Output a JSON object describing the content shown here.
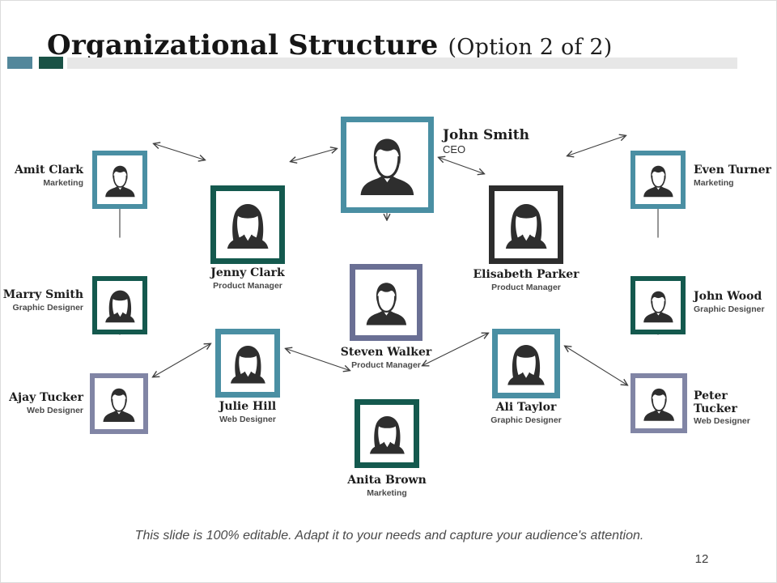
{
  "slide": {
    "title": "Organizational Structure",
    "title_suffix": "(Option 2 of 2)",
    "footer": "This slide is 100% editable. Adapt it to your needs and capture your audience's attention.",
    "page_number": "12"
  },
  "colors": {
    "teal": "#4a8fa3",
    "dark_teal": "#14594e",
    "purple": "#6a6f94",
    "light_purple": "#8185a5",
    "black": "#2d2d2d",
    "icon": "#2e2e2e",
    "connector": "#3f3f3f",
    "deco_square_1": "#53879b",
    "deco_square_2": "#1a5246",
    "deco_bar": "#e7e7e7"
  },
  "people": {
    "john_smith": {
      "name": "John Smith",
      "role": "CEO",
      "icon": "male-person-icon",
      "border": "#4a8fa3"
    },
    "amit_clark": {
      "name": "Amit Clark",
      "role": "Marketing",
      "icon": "male-person-icon",
      "border": "#4a8fa3"
    },
    "marry_smith": {
      "name": "Marry Smith",
      "role": "Graphic Designer",
      "icon": "female-person-icon",
      "border": "#14594e"
    },
    "ajay_tucker": {
      "name": "Ajay Tucker",
      "role": "Web Designer",
      "icon": "male-person-icon",
      "border": "#8185a5"
    },
    "jenny_clark": {
      "name": "Jenny Clark",
      "role": "Product Manager",
      "icon": "female-person-icon",
      "border": "#14594e"
    },
    "steven_walker": {
      "name": "Steven Walker",
      "role": "Product Manager",
      "icon": "male-person-icon",
      "border": "#6a6f94"
    },
    "elisabeth_parker": {
      "name": "Elisabeth Parker",
      "role": "Product Manager",
      "icon": "female-person-icon",
      "border": "#2d2d2d"
    },
    "even_turner": {
      "name": "Even Turner",
      "role": "Marketing",
      "icon": "male-person-icon",
      "border": "#4a8fa3"
    },
    "john_wood": {
      "name": "John Wood",
      "role": "Graphic Designer",
      "icon": "male-person-icon",
      "border": "#14594e"
    },
    "peter_tucker": {
      "name": "Peter Tucker",
      "role": "Web Designer",
      "icon": "male-person-icon",
      "border": "#8185a5"
    },
    "julie_hill": {
      "name": "Julie Hill",
      "role": "Web Designer",
      "icon": "female-person-icon",
      "border": "#4a8fa3"
    },
    "ali_taylor": {
      "name": "Ali Taylor",
      "role": "Graphic Designer",
      "icon": "female-person-icon",
      "border": "#4a8fa3"
    },
    "anita_brown": {
      "name": "Anita Brown",
      "role": "Marketing",
      "icon": "female-person-icon",
      "border": "#14594e"
    }
  }
}
